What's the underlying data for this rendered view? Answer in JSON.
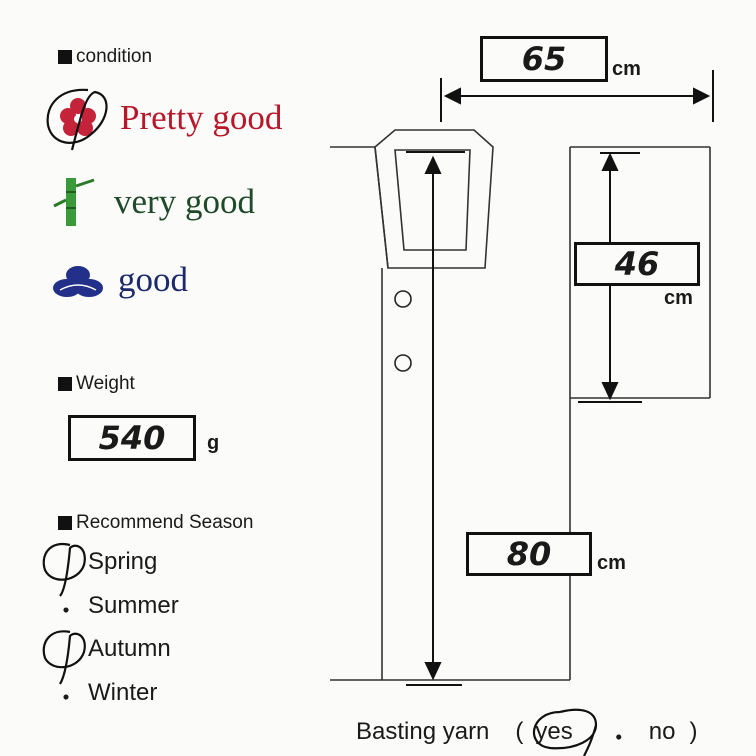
{
  "condition": {
    "heading": "condition",
    "options": [
      "Pretty good",
      "very good",
      "good"
    ],
    "colors": {
      "pretty_good": "#b8172a",
      "very_good": "#1f4a2a",
      "good": "#1c2a6b"
    },
    "icons": [
      "plum-blossom-icon",
      "bamboo-icon",
      "pine-icon"
    ]
  },
  "weight": {
    "heading": "Weight",
    "value": "540",
    "unit": "g"
  },
  "season": {
    "heading": "Recommend Season",
    "options": [
      "Spring",
      "Summer",
      "Autumn",
      "Winter"
    ],
    "bullet": "・"
  },
  "basting": {
    "label": "Basting yarn",
    "open": "(",
    "yes": "yes",
    "dot": "・",
    "no": "no",
    "close": ")"
  },
  "measurements": {
    "width": "65",
    "sleeve": "46",
    "length": "80",
    "unit": "cm"
  }
}
